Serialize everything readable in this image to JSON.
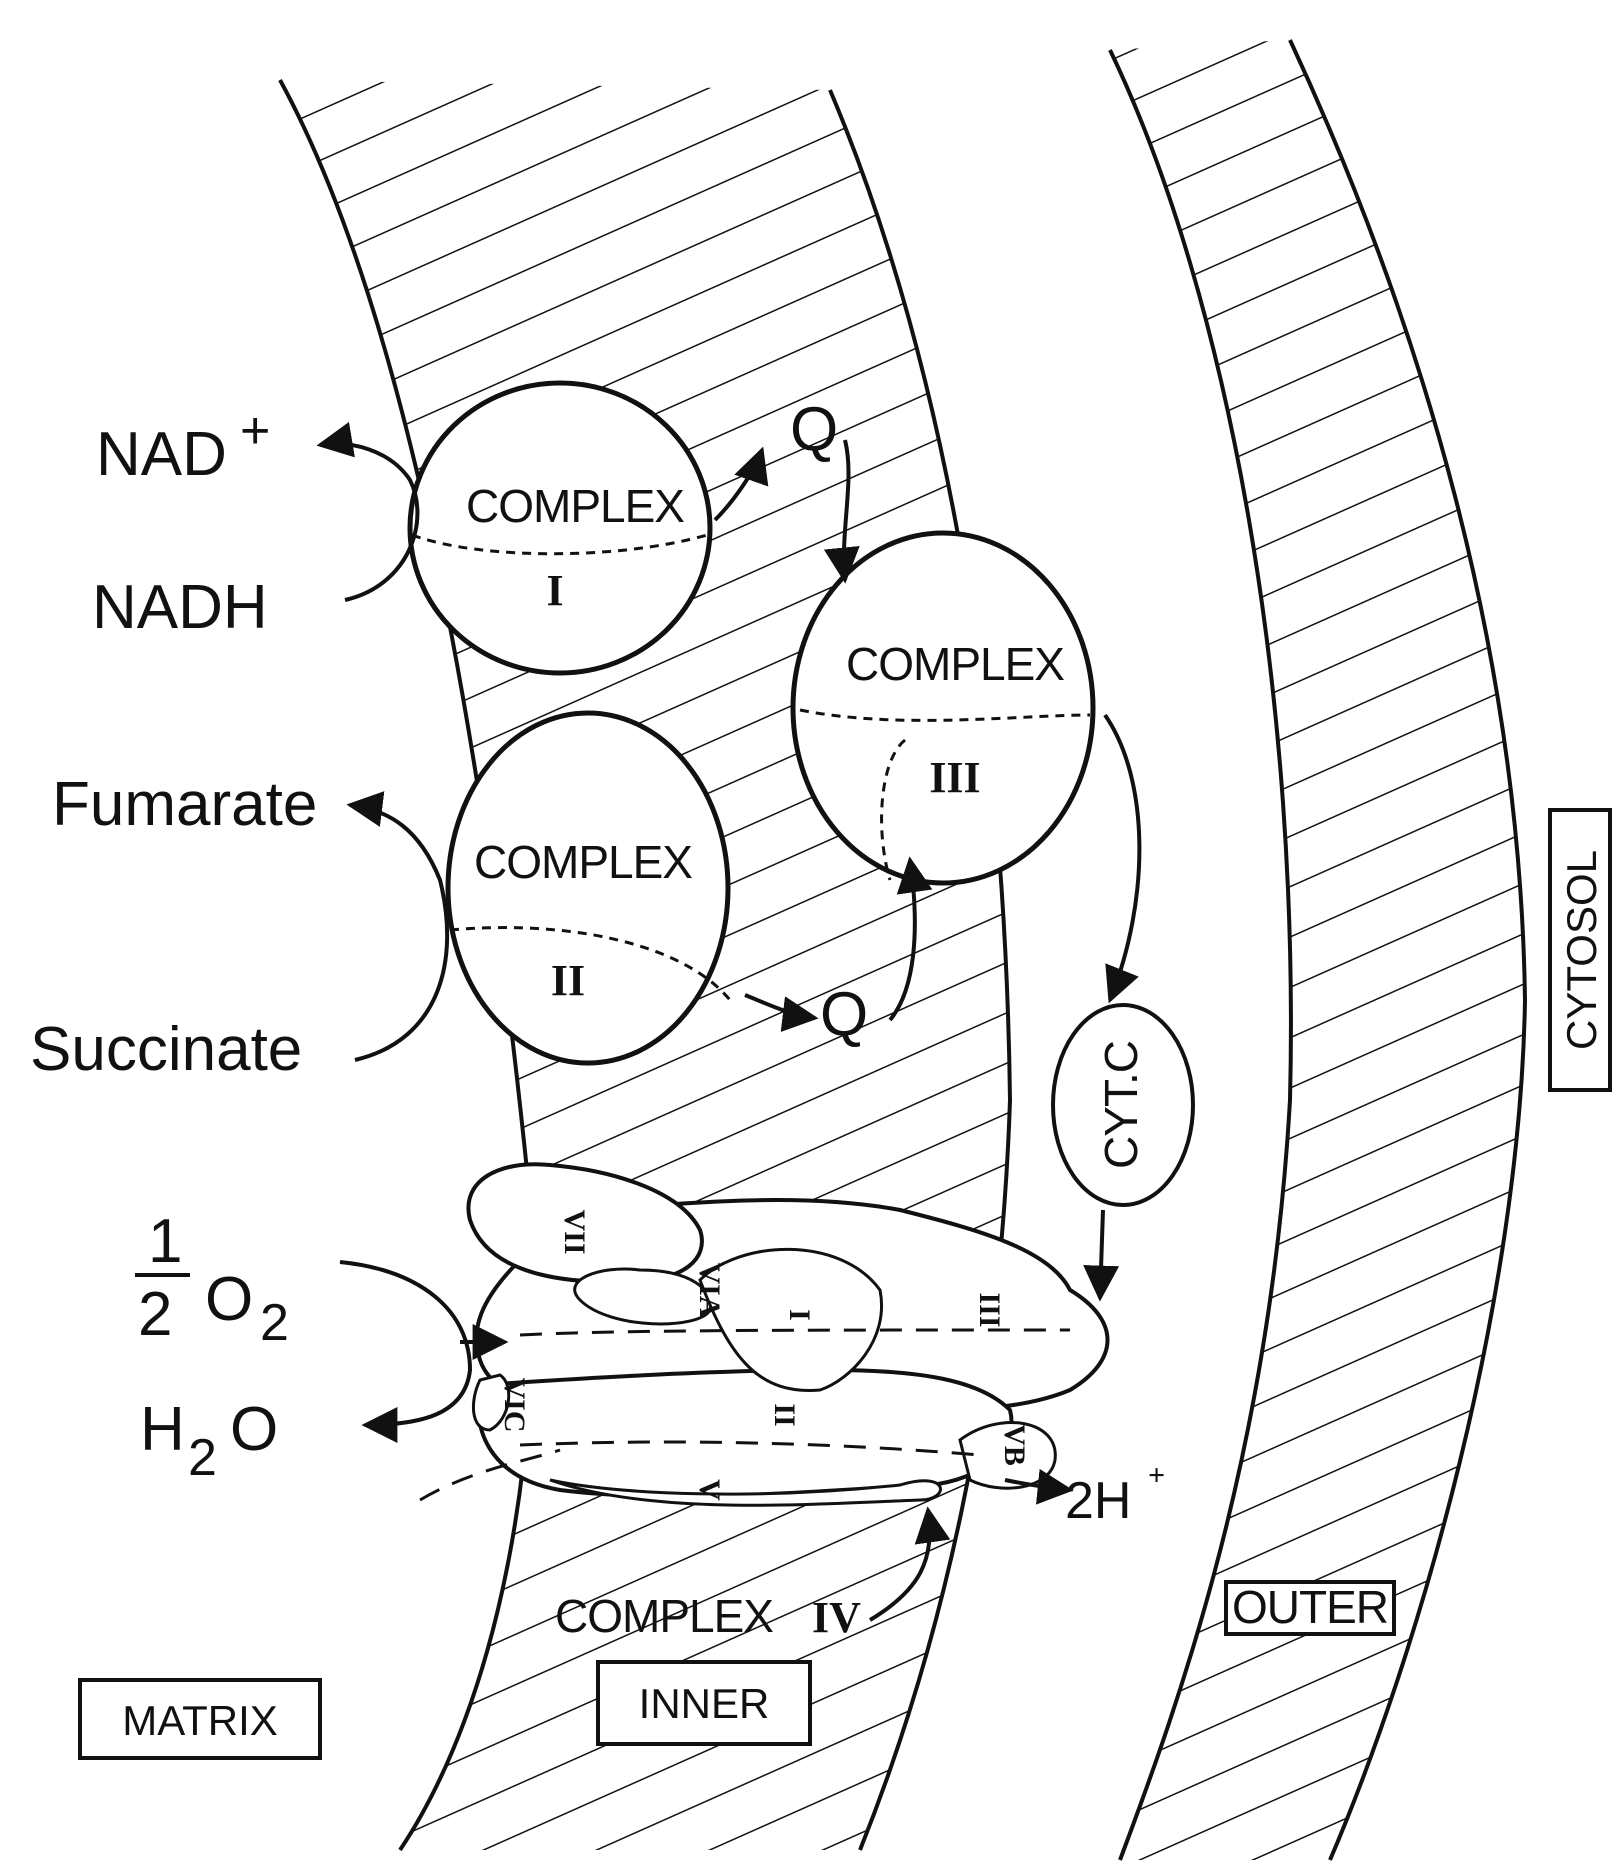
{
  "labels": {
    "nad_plus": "NAD",
    "nad_plus_sup": "+",
    "nadh": "NADH",
    "fumarate": "Fumarate",
    "succinate": "Succinate",
    "half_o2_num": "1",
    "half_o2_den": "2",
    "half_o2_o": "O",
    "half_o2_sub": "2",
    "h2o_h": "H",
    "h2o_sub": "2",
    "h2o_o": "O",
    "q_top": "Q",
    "q_bottom": "Q",
    "two_h_plus": "2H",
    "two_h_plus_sup": "+",
    "cyt_c": "CYT.C"
  },
  "complexes": {
    "c1_word": "COMPLEX",
    "c1_num": "I",
    "c2_word": "COMPLEX",
    "c2_num": "II",
    "c3_word": "COMPLEX",
    "c3_num": "III",
    "c4_word": "COMPLEX",
    "c4_num": "IV"
  },
  "subunits": {
    "vii": "VII",
    "via": "VIA",
    "i": "I",
    "iii": "III",
    "vic": "VIC",
    "ii": "II",
    "vb": "VB",
    "v": "V"
  },
  "regions": {
    "matrix": "MATRIX",
    "inner": "INNER",
    "outer": "OUTER",
    "cytosol": "CYTOSOL"
  },
  "colors": {
    "ink": "#111111",
    "background": "#ffffff"
  }
}
